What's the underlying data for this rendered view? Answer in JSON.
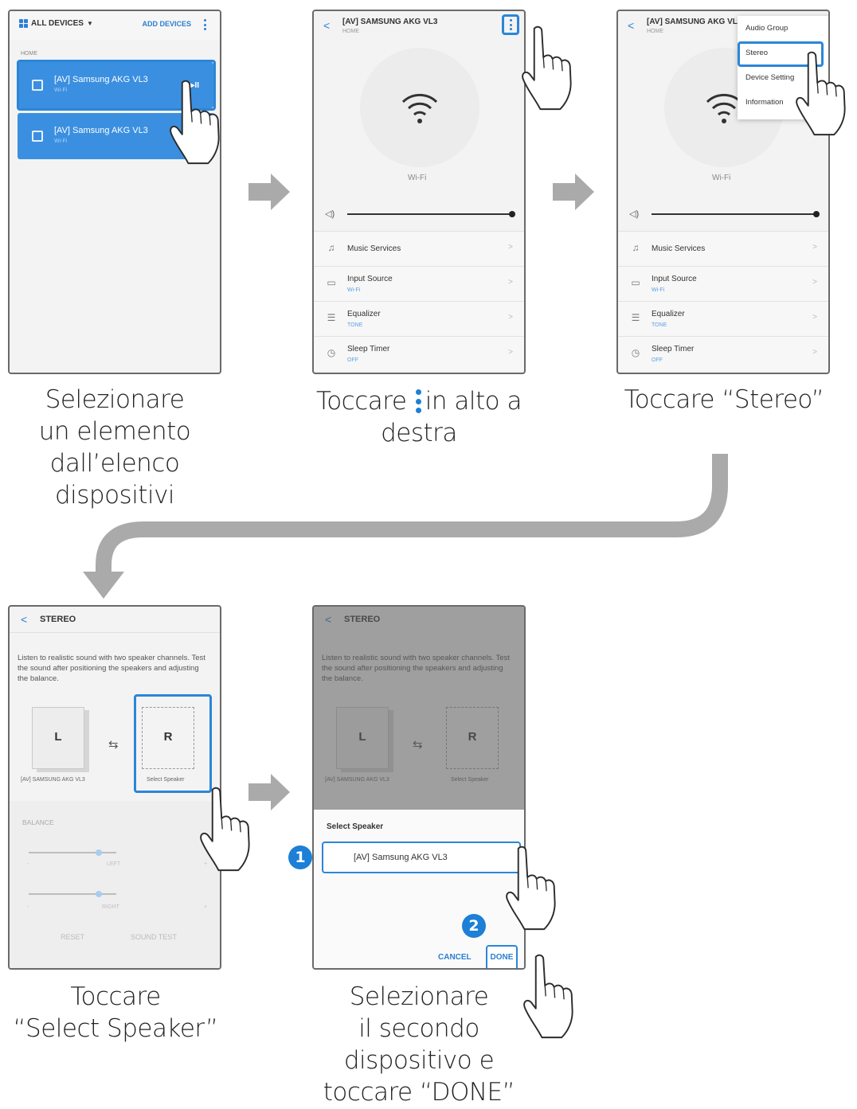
{
  "colors": {
    "accent": "#2a7fd0",
    "device_card": "#3b8fe0",
    "arrow": "#aaaaaa",
    "badge": "#1d7fd6"
  },
  "screen1": {
    "title": "ALL DEVICES",
    "add_devices": "ADD DEVICES",
    "section": "HOME",
    "devices": [
      {
        "name": "[AV] Samsung AKG VL3",
        "sub": "Wi-Fi",
        "play": "▶II"
      },
      {
        "name": "[AV] Samsung AKG VL3",
        "sub": "Wi-Fi"
      }
    ]
  },
  "screen2": {
    "title": "[AV] SAMSUNG AKG VL3",
    "subtitle": "HOME",
    "connection": "Wi-Fi",
    "menu": [
      {
        "label": "Music Services",
        "sub": "",
        "icon": "music-note-icon"
      },
      {
        "label": "Input Source",
        "sub": "Wi-Fi",
        "icon": "input-source-icon"
      },
      {
        "label": "Equalizer",
        "sub": "TONE",
        "icon": "equalizer-icon"
      },
      {
        "label": "Sleep Timer",
        "sub": "OFF",
        "icon": "clock-icon"
      }
    ]
  },
  "screen3": {
    "popup": [
      "Audio Group",
      "Stereo",
      "Device Setting",
      "Information"
    ]
  },
  "stereo": {
    "title": "STEREO",
    "description": "Listen to realistic sound with two speaker channels. Test the sound after positioning the speakers and adjusting the balance.",
    "left_letter": "L",
    "right_letter": "R",
    "left_name": "[AV] SAMSUNG AKG VL3",
    "right_name": "Select Speaker",
    "balance_title": "BALANCE",
    "left_label": "LEFT",
    "right_label": "RIGHT",
    "minus": "-",
    "plus": "+",
    "left_level": 0.8,
    "right_level": 0.8,
    "reset": "RESET",
    "sound_test": "SOUND TEST"
  },
  "dialog": {
    "title": "Select Speaker",
    "option": "[AV] Samsung AKG VL3",
    "cancel": "CANCEL",
    "done": "DONE",
    "badge1": "1",
    "badge2": "2"
  },
  "captions": {
    "c1": [
      "Selezionare",
      "un elemento",
      "dall’elenco",
      "dispositivi"
    ],
    "c2_before": "Toccare ",
    "c2_after": "in alto a",
    "c2_line2": "destra",
    "c3": "Toccare “Stereo”",
    "c4": [
      "Toccare",
      "“Select Speaker”"
    ],
    "c5": [
      "Selezionare",
      "il secondo",
      "dispositivo e",
      "toccare “DONE”"
    ]
  }
}
